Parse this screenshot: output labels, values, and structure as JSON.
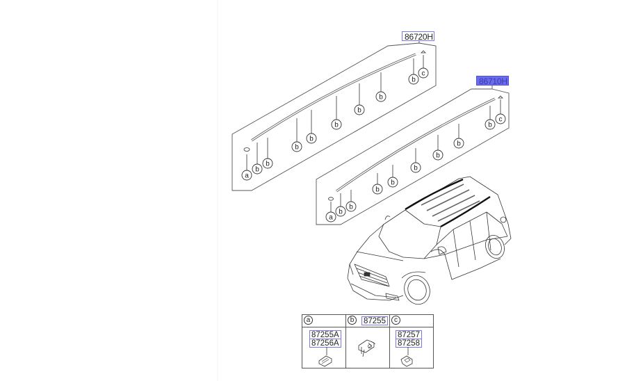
{
  "diagram": {
    "type": "exploded parts diagram",
    "subject": "Roof rack / roof moulding assembly (SUV)",
    "part_labels": {
      "left_rail": "86720H",
      "right_rail": "86710H"
    },
    "highlight_color": "#6b6bf0",
    "label_border_color": "#7a7ae0",
    "callouts": {
      "a": "a",
      "b": "b",
      "c": "c"
    },
    "legend": {
      "cells": [
        {
          "key": "a",
          "header_part": "",
          "parts": [
            "87255A",
            "87256A"
          ]
        },
        {
          "key": "b",
          "header_part": "87255",
          "parts": []
        },
        {
          "key": "c",
          "header_part": "",
          "parts": [
            "87257",
            "87258"
          ]
        }
      ]
    }
  }
}
